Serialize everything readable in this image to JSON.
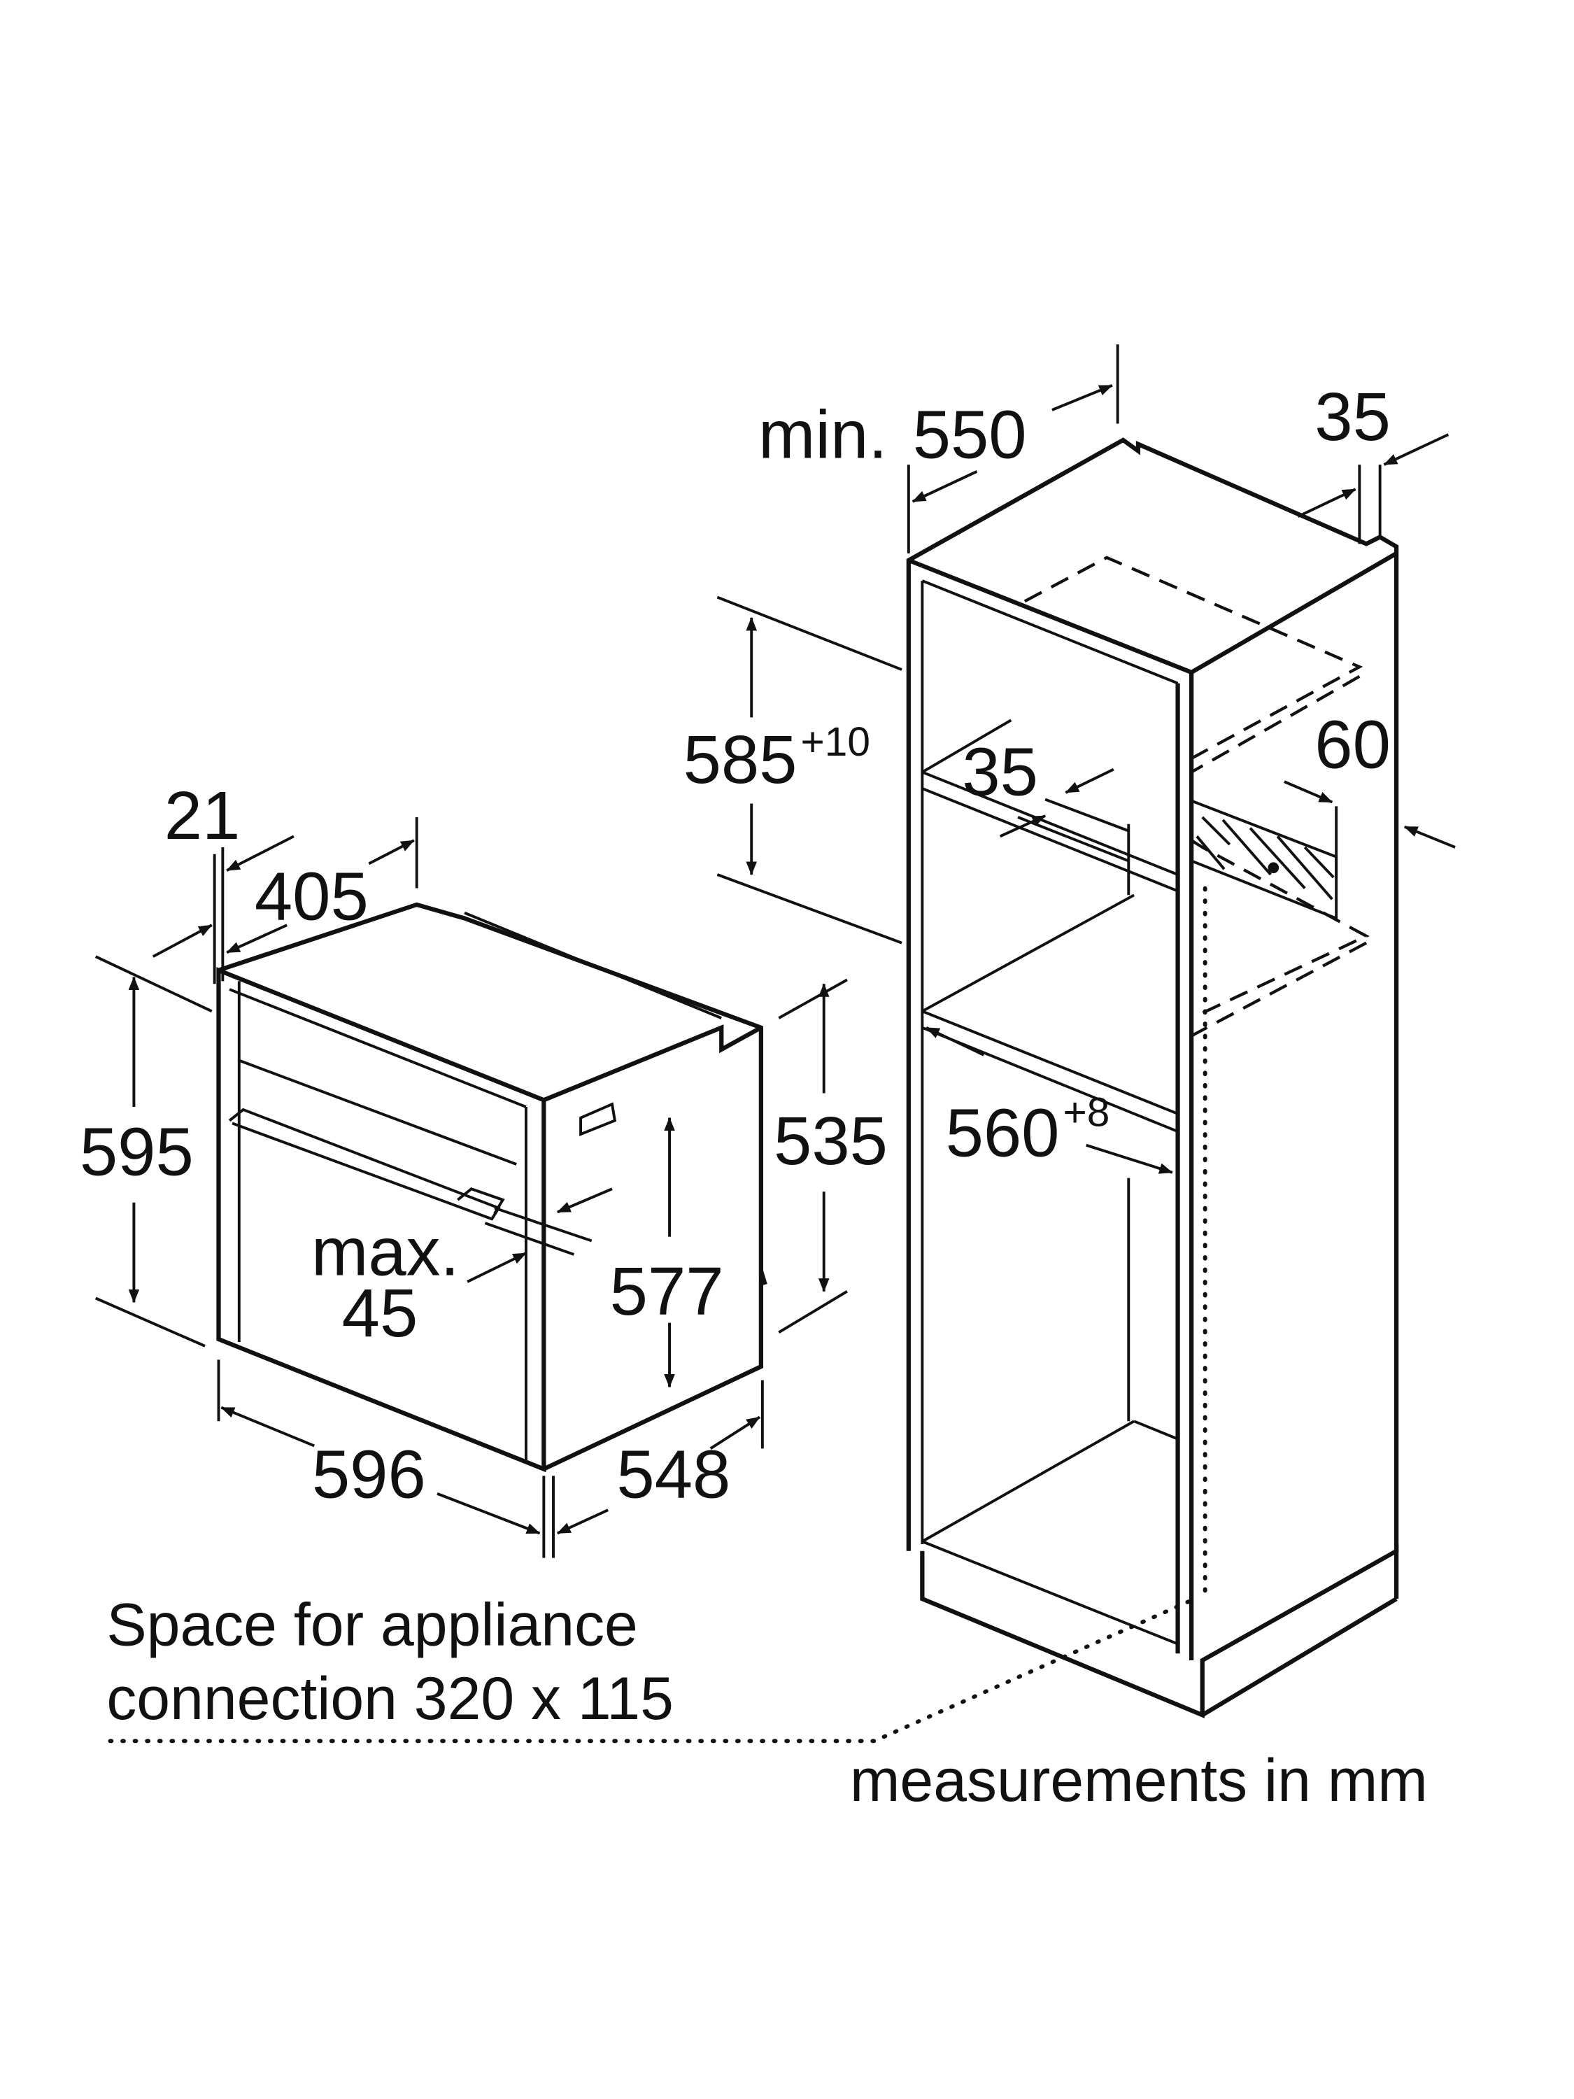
{
  "oven": {
    "depth_panel": "21",
    "depth_top": "405",
    "height": "595",
    "side_height": "535",
    "inner_height": "577",
    "handle_label_1": "max.",
    "handle_label_2": "45",
    "width": "596",
    "depth": "548"
  },
  "cabinet": {
    "min_depth_prefix": "min.",
    "min_depth": "550",
    "top_gap": "35",
    "niche_height": "585",
    "niche_height_tol": "+10",
    "shelf_gap": "35",
    "vent": "60",
    "niche_width": "560",
    "niche_width_tol": "+8"
  },
  "notes": {
    "connection_line1": "Space for appliance",
    "connection_line2": "connection 320 x 115",
    "units": "measurements in mm"
  }
}
